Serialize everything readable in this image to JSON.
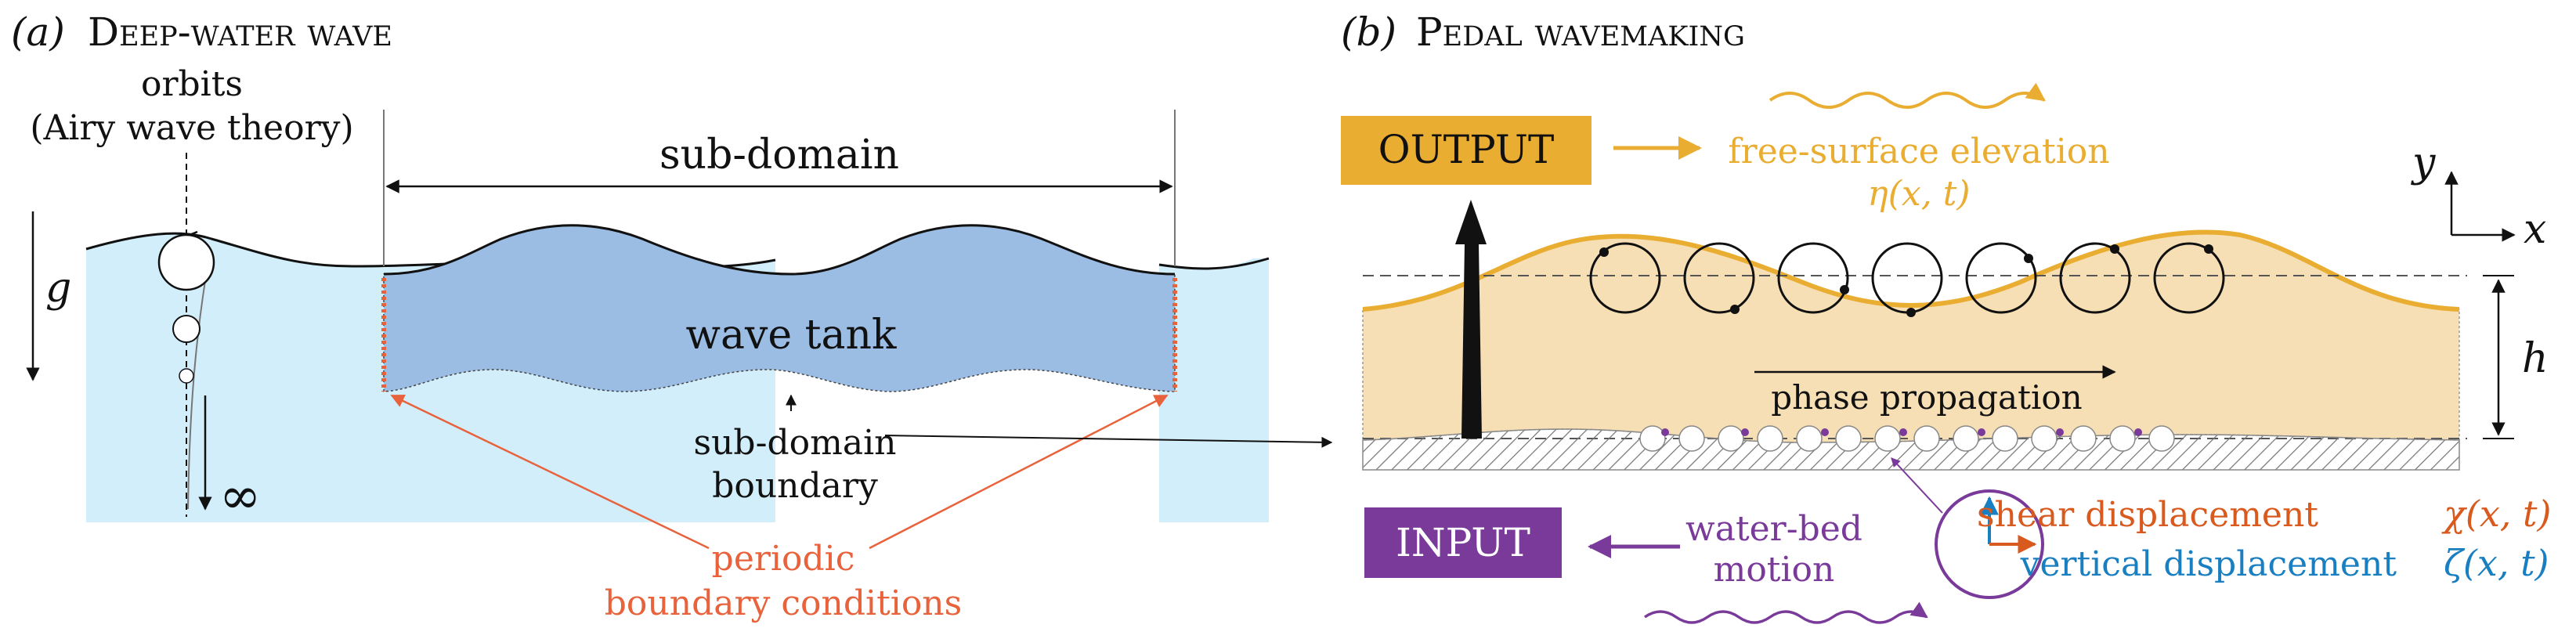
{
  "panel_a": {
    "label": "(a)",
    "title": "Deep-water wave",
    "orbits_line1": "orbits",
    "orbits_line2": "(Airy wave theory)",
    "subdomain_label": "sub-domain",
    "wave_tank_label": "wave tank",
    "boundary_line1": "sub-domain",
    "boundary_line2": "boundary",
    "periodic_line1": "periodic",
    "periodic_line2": "boundary conditions",
    "gravity_symbol": "g",
    "infinity_symbol": "∞"
  },
  "panel_b": {
    "label": "(b)",
    "title": "Pedal wavemaking",
    "output_label": "OUTPUT",
    "input_label": "INPUT",
    "free_surface_line1": "free-surface elevation",
    "free_surface_line2": "η(x, t)",
    "phase_label": "phase propagation",
    "waterbed_line1": "water-bed",
    "waterbed_line2": "motion",
    "shear_label": "shear displacement",
    "shear_symbol": "χ(x, t)",
    "vertical_label": "vertical displacement",
    "vertical_symbol": "ζ(x, t)",
    "axis_y": "y",
    "axis_x": "x",
    "depth_symbol": "h"
  },
  "colors": {
    "water_light": "#d3eefb",
    "tank_blue": "#9bbde4",
    "sand": "#f7dfb5",
    "output_gold": "#e9ad32",
    "input_purple": "#7a3a9a",
    "boundary_red": "#e8623c",
    "shear_orange": "#d95a1f",
    "vertical_blue": "#1a7fc0"
  }
}
